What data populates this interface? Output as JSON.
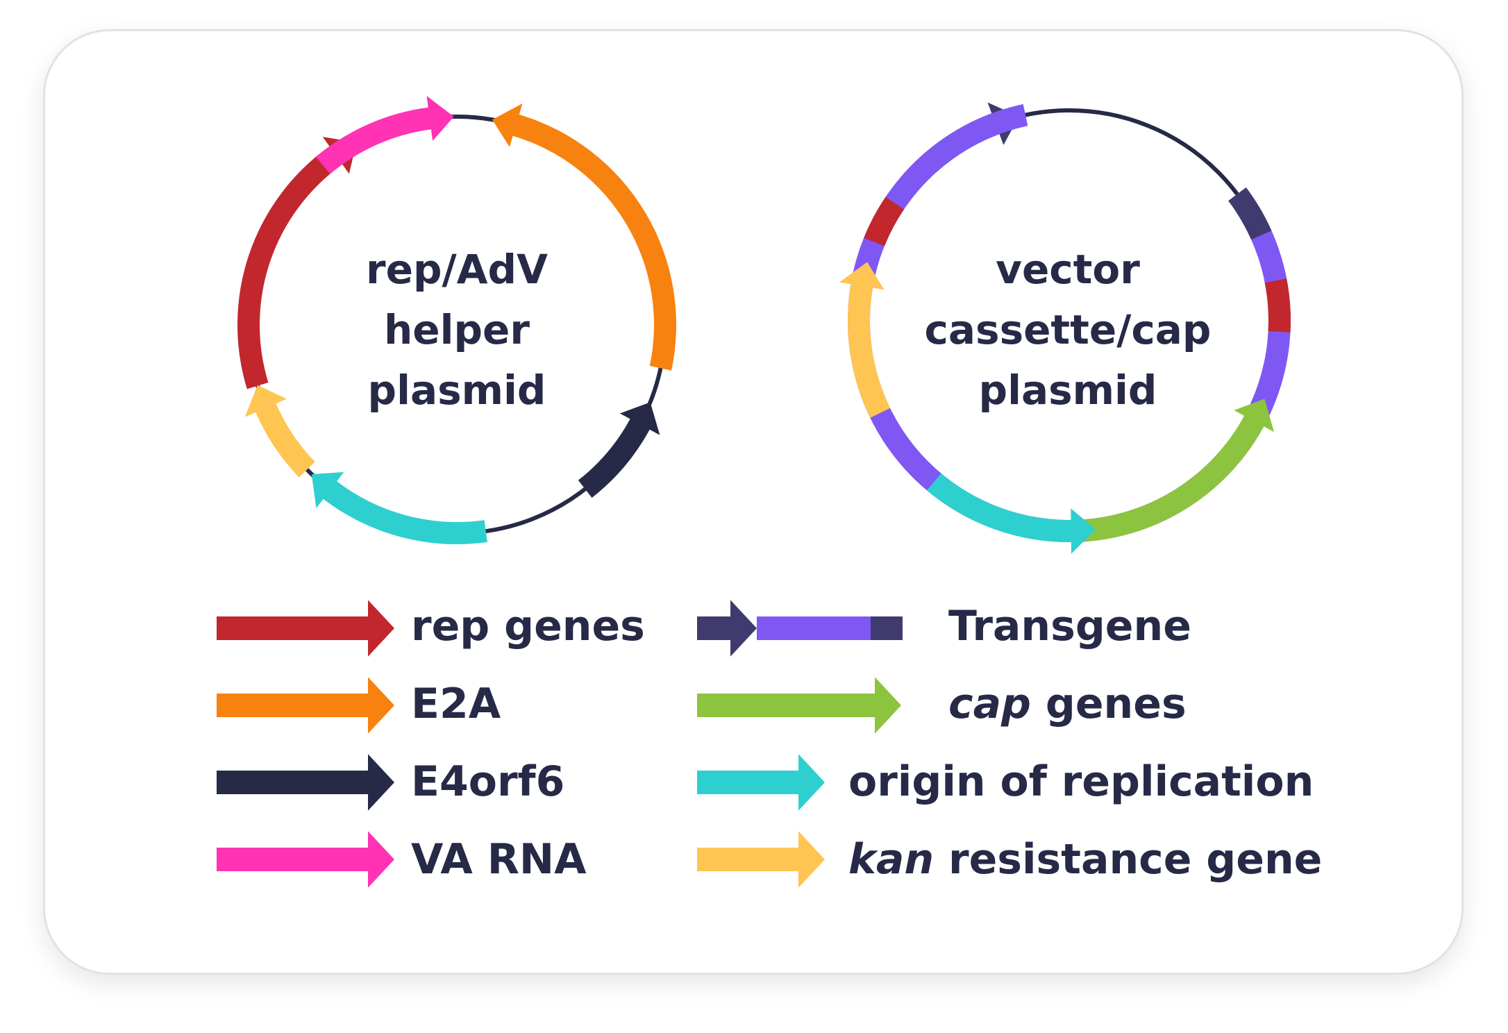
{
  "colors": {
    "rep": "#c1272d",
    "e2a": "#f7820f",
    "e4orf6": "#262a47",
    "va_rna": "#ff33b3",
    "transgene_promoter": "#3f3b6e",
    "transgene_body": "#7f58f4",
    "cap": "#8dc43f",
    "ori": "#2ecfcf",
    "kan": "#ffc552",
    "backbone": "#262a47",
    "text": "#262a47"
  },
  "plasmids": [
    {
      "title_lines": [
        "rep/AdV",
        "helper",
        "plasmid"
      ]
    },
    {
      "title_lines": [
        "vector",
        "cassette/cap",
        "plasmid"
      ]
    }
  ],
  "legend": {
    "left": [
      {
        "key": "rep",
        "label_italic": "",
        "label": "rep genes"
      },
      {
        "key": "e2a",
        "label_italic": "",
        "label": "E2A"
      },
      {
        "key": "e4orf6",
        "label_italic": "",
        "label": "E4orf6"
      },
      {
        "key": "va_rna",
        "label_italic": "",
        "label": "VA RNA"
      }
    ],
    "right": [
      {
        "key": "transgene",
        "label_italic": "",
        "label": "Transgene"
      },
      {
        "key": "cap",
        "label_italic": "cap",
        "label": " genes"
      },
      {
        "key": "ori",
        "label_italic": "",
        "label": "origin of replication"
      },
      {
        "key": "kan",
        "label_italic": "kan",
        "label": " resistance gene"
      }
    ]
  }
}
